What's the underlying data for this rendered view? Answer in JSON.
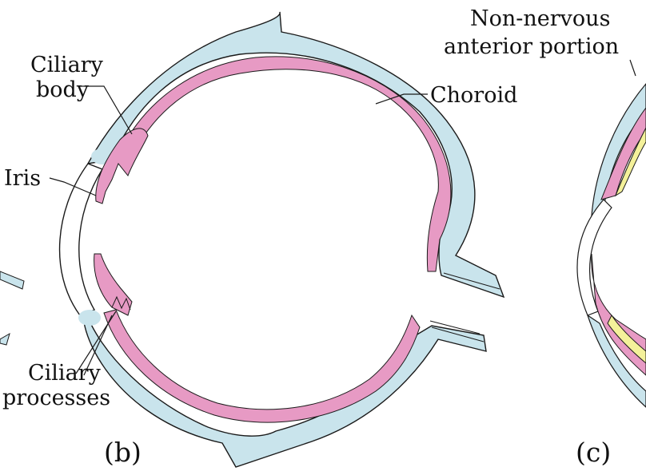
{
  "labels": {
    "ciliary_body_1": "Ciliary",
    "ciliary_body_2": "body",
    "iris": "Iris",
    "ciliary_processes_1": "Ciliary",
    "ciliary_processes_2": "processes",
    "choroid": "Choroid",
    "non_nervous_1": "Non-nervous",
    "non_nervous_2": "anterior portion",
    "panel_b": "(b)",
    "panel_c": "(c)"
  },
  "colors": {
    "sclera": "#c9e4ec",
    "choroid_pink": "#e79ac4",
    "retina_yellow": "#f4f19a",
    "line": "#1a1a1a"
  }
}
